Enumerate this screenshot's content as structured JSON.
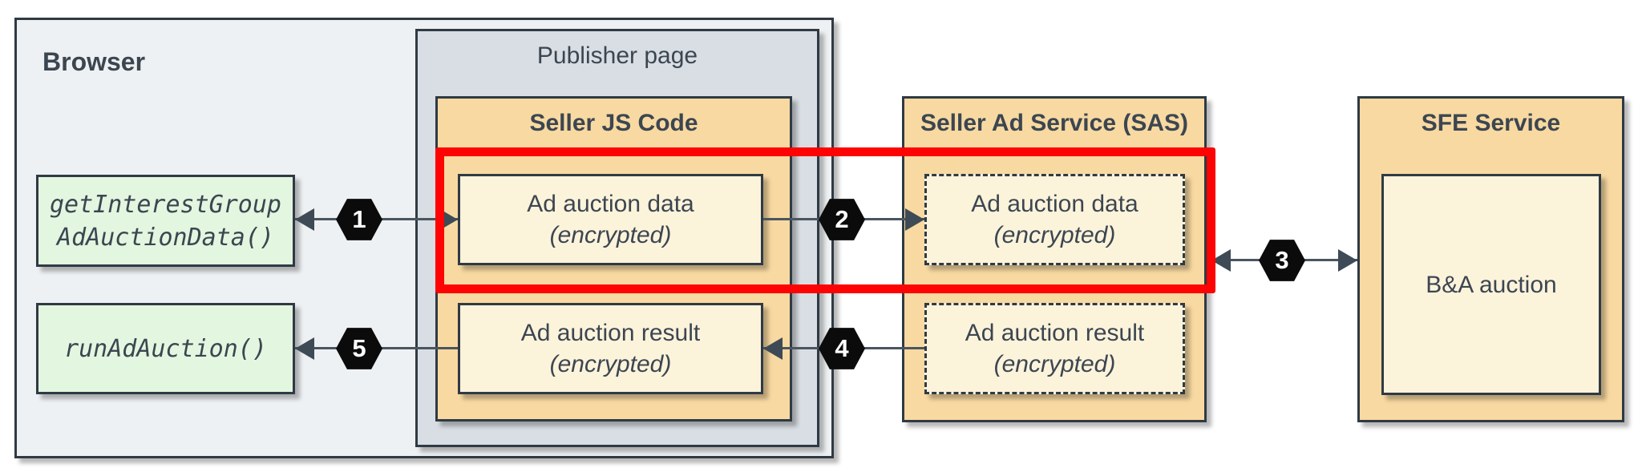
{
  "browser": {
    "title": "Browser",
    "api_boxes": [
      {
        "line1": "getInterestGroup",
        "line2": "AdAuctionData()"
      },
      {
        "line1": "runAdAuction()"
      }
    ]
  },
  "publisher": {
    "title": "Publisher page"
  },
  "seller_js": {
    "title": "Seller JS Code",
    "boxes": [
      {
        "line1": "Ad auction data",
        "line2": "(encrypted)"
      },
      {
        "line1": "Ad auction result",
        "line2": "(encrypted)"
      }
    ]
  },
  "sas": {
    "title": "Seller Ad Service (SAS)",
    "boxes": [
      {
        "line1": "Ad auction data",
        "line2": "(encrypted)"
      },
      {
        "line1": "Ad auction result",
        "line2": "(encrypted)"
      }
    ]
  },
  "sfe": {
    "title": "SFE Service",
    "box_label": "B&A auction"
  },
  "badges": [
    "1",
    "2",
    "3",
    "4",
    "5"
  ],
  "colors": {
    "highlight_red": "#fe0303",
    "container_gray": "#eef1f3",
    "publisher_gray": "#d8dee3",
    "service_orange": "#f8d9a1",
    "payload_cream": "#fcf3db",
    "api_green": "#e3f6df",
    "border_dark": "#2f3a44",
    "text_dark": "#3c4651",
    "badge_black": "#0b0b0b"
  }
}
